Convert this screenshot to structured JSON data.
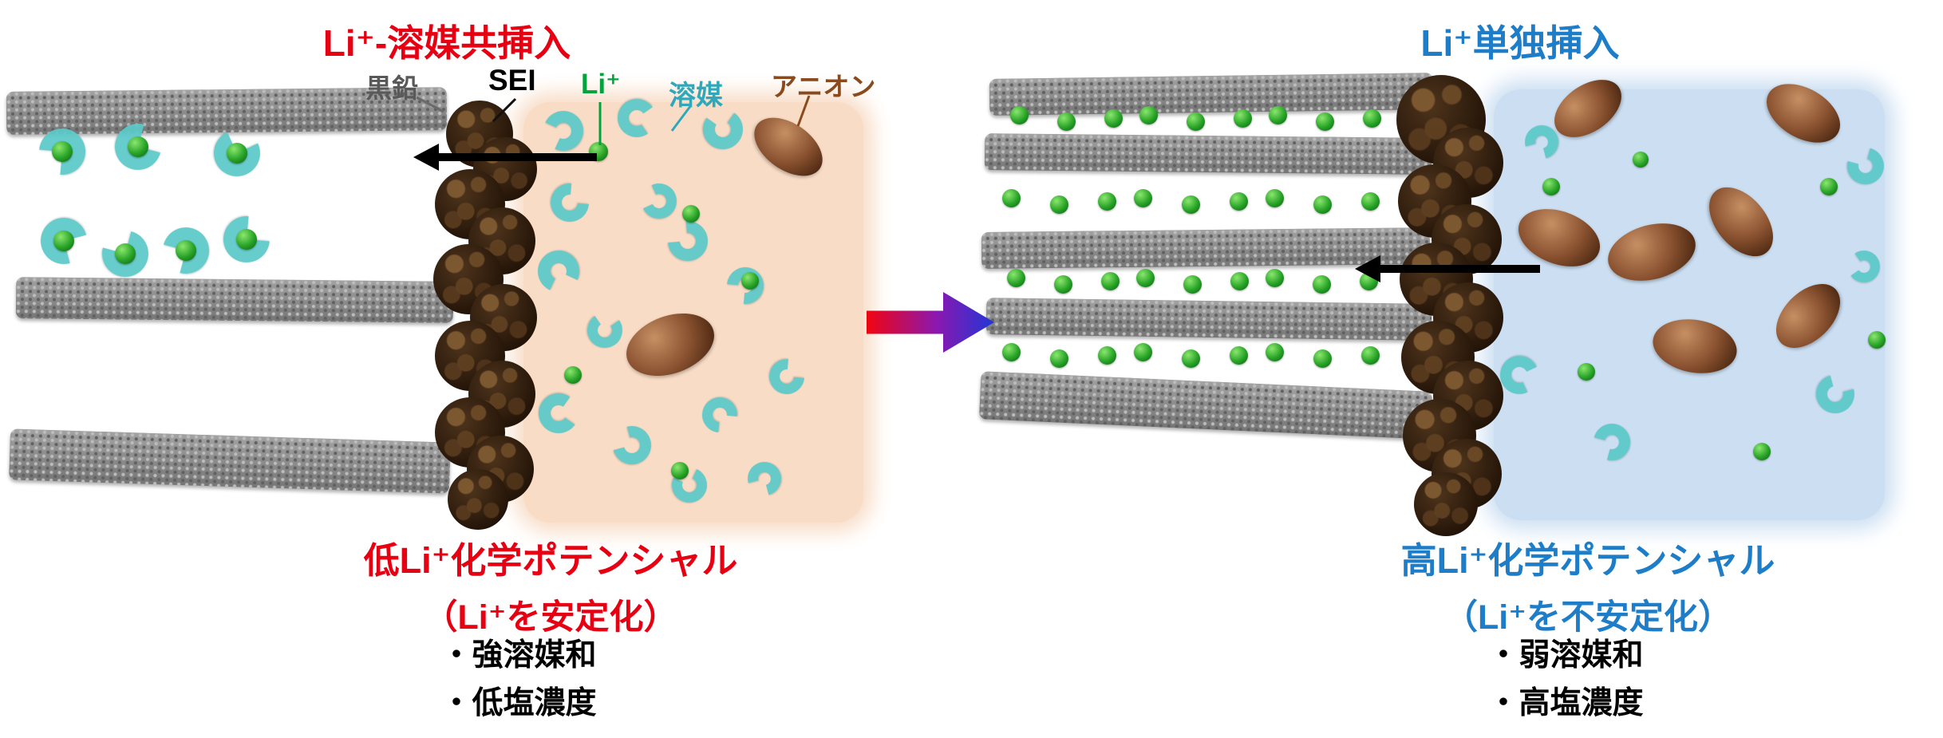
{
  "figure": {
    "left": {
      "title": "Li⁺-溶媒共挿入",
      "potential_line1": "低Li⁺化学ポテンシャル",
      "potential_line2": "（Li⁺を安定化）",
      "bullets": [
        "・強溶媒和",
        "・低塩濃度"
      ]
    },
    "right": {
      "title": "Li⁺単独挿入",
      "potential_line1": "高Li⁺化学ポテンシャル",
      "potential_line2": "（Li⁺を不安定化）",
      "bullets": [
        "・弱溶媒和",
        "・高塩濃度"
      ]
    },
    "legend": {
      "graphite": "黒鉛",
      "sei": "SEI",
      "li_ion": "Li⁺",
      "solvent": "溶媒",
      "anion": "アニオン"
    },
    "icons": {
      "li_ion": "green-sphere-icon",
      "solvent": "teal-crescent-icon",
      "anion": "brown-ellipse-icon",
      "sei": "dark-blob-column-icon",
      "graphite": "gray-lattice-sheet-icon",
      "transition": "red-to-blue-gradient-arrow-icon",
      "insertion": "black-left-arrow-icon"
    }
  },
  "colors": {
    "red": "#e60012",
    "blue": "#1d7dc8",
    "li-green": "#1fa11f",
    "li-green-label": "#00a33c",
    "solvent-teal": "#5cc9c9",
    "solvent-teal-label": "#2fa8bc",
    "anion-brown": "#8a4f2c",
    "anion-brown-label": "#8a4a1e",
    "graphite-gray": "#8c8c8c",
    "graphite-gray-label": "#595959",
    "sei-dark": "#2e1d0f",
    "left-region-bg": "#f8dcc6",
    "right-region-bg": "#ccdff2",
    "text-black": "#000000"
  }
}
